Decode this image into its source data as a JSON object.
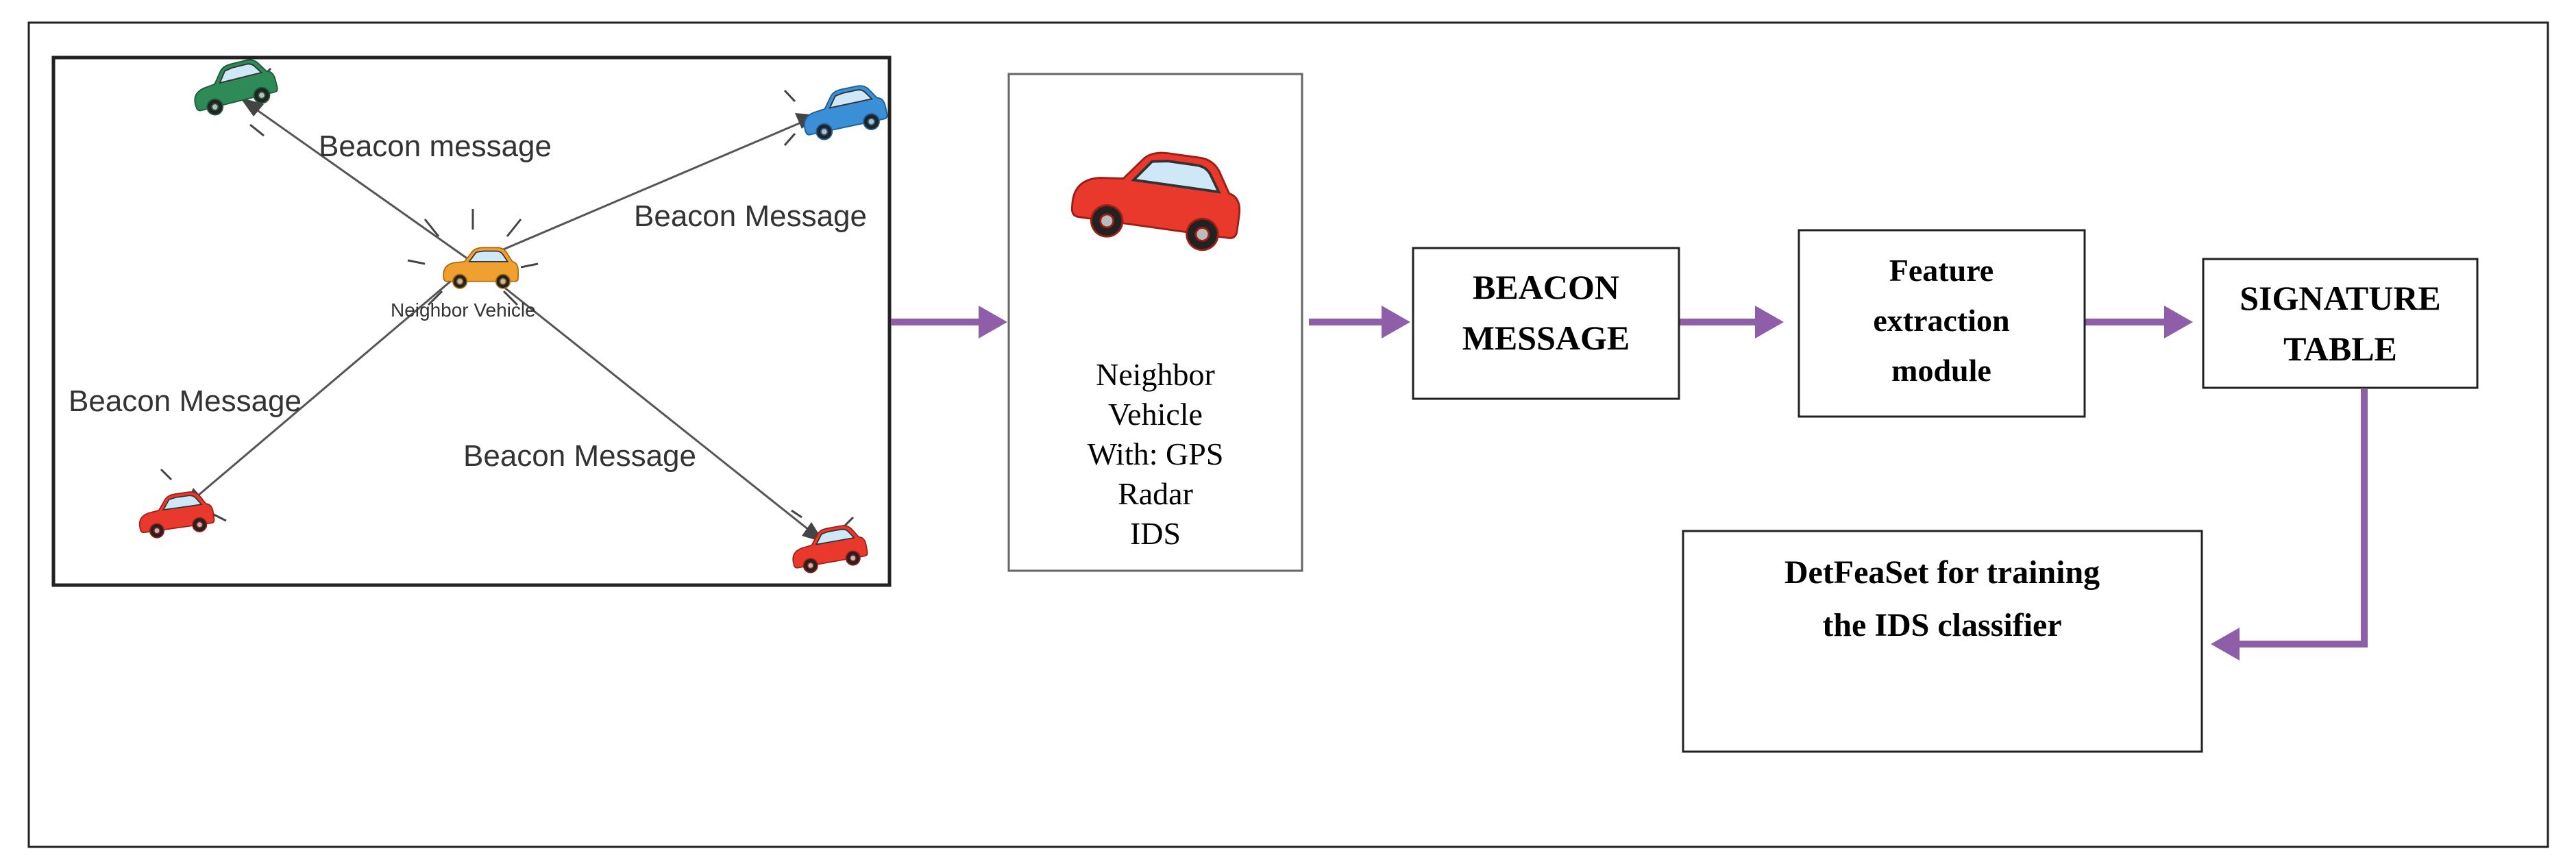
{
  "colors": {
    "arrow": "#8e5fa8",
    "border": "#222222",
    "network_line": "#555555",
    "car_green": "#2e8b57",
    "car_blue": "#3a8fd6",
    "car_orange": "#f0a030",
    "car_red": "#e8392c"
  },
  "network": {
    "labels": [
      "Beacon message",
      "Beacon Message",
      "Beacon Message",
      "Beacon Message"
    ],
    "center_label": "Neighbor Vehicle",
    "icons": [
      "green-car-icon",
      "blue-car-icon",
      "orange-car-icon",
      "red-car-icon",
      "red-car-icon"
    ]
  },
  "vehicle_box": {
    "icon": "red-car-icon",
    "lines": [
      "Neighbor",
      "Vehicle",
      "With: GPS",
      "Radar",
      "IDS"
    ]
  },
  "beacon_box": {
    "lines": [
      "BEACON",
      "MESSAGE"
    ]
  },
  "feature_box": {
    "lines": [
      "Feature",
      "extraction",
      "module"
    ]
  },
  "signature_box": {
    "lines": [
      "SIGNATURE",
      "TABLE"
    ]
  },
  "detfeaset_box": {
    "lines": [
      "DetFeaSet for training",
      "the IDS classifier"
    ]
  }
}
